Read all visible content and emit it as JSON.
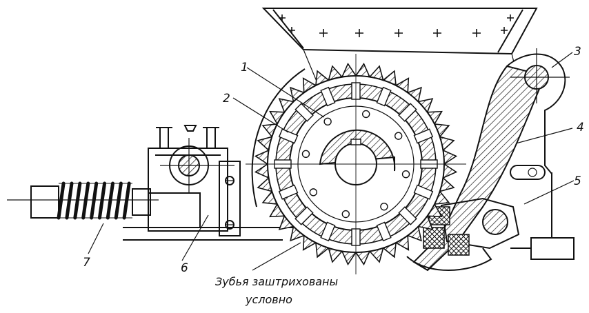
{
  "callouts": [
    "1",
    "2",
    "3",
    "4",
    "5",
    "6",
    "7"
  ],
  "note_lines": [
    "Зубья заштрихованы",
    "условно"
  ]
}
